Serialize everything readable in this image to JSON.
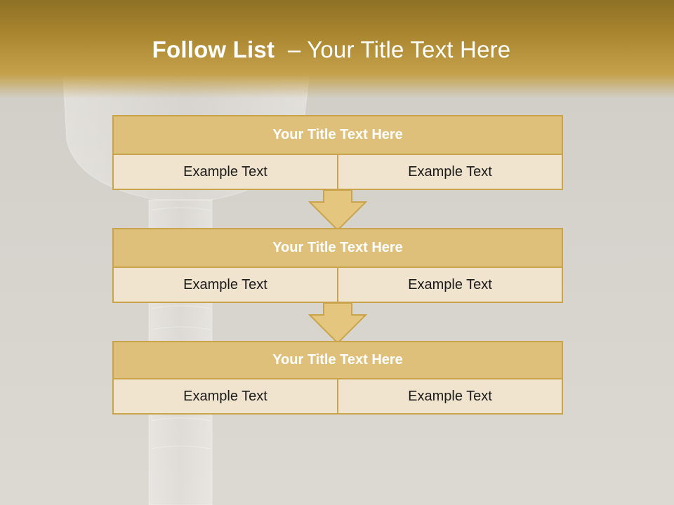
{
  "title": {
    "strong": "Follow List",
    "rest": "  – Your Title Text Here"
  },
  "steps": [
    {
      "heading": "Your Title Text Here",
      "left": "Example Text",
      "right": "Example Text"
    },
    {
      "heading": "Your Title Text Here",
      "left": "Example Text",
      "right": "Example Text"
    },
    {
      "heading": "Your Title Text Here",
      "left": "Example Text",
      "right": "Example Text"
    }
  ],
  "colors": {
    "header_gold": "#a9862f",
    "box_header": "#dfc07a",
    "box_cell": "#f1e4cf",
    "border": "#c9a44b"
  }
}
